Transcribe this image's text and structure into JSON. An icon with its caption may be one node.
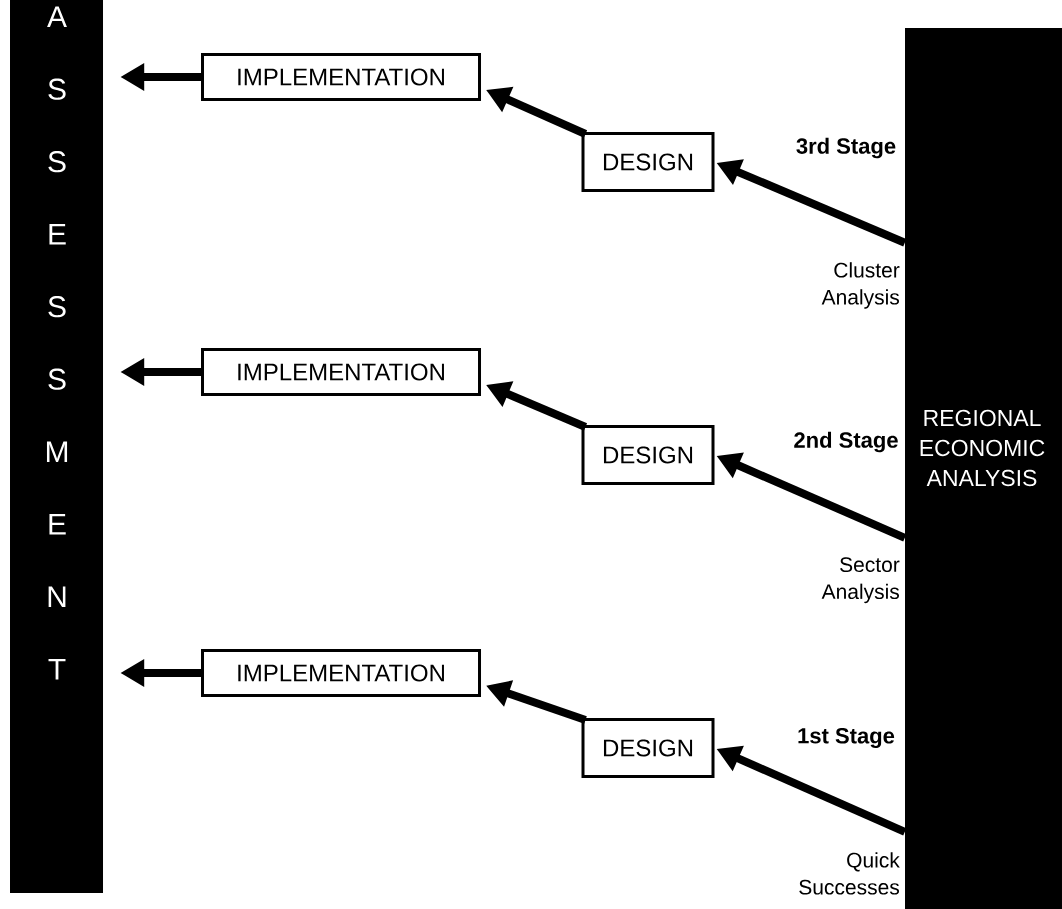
{
  "diagram": {
    "nodes": [
      {
        "text": [
          "ASSESSMENT"
        ]
      },
      {
        "text": [
          "REGIONAL ECONOMIC ANALYSIS"
        ]
      },
      {
        "text": [
          "IMPLEMENTATION"
        ]
      },
      {
        "text": [
          "DESIGN"
        ]
      },
      {
        "text": [
          "IMPLEMENTATION"
        ]
      },
      {
        "text": [
          "DESIGN"
        ]
      },
      {
        "text": [
          "IMPLEMENTATION"
        ]
      },
      {
        "text": [
          "DESIGN"
        ]
      }
    ],
    "edges": [
      {
        "from": 1,
        "to": 3,
        "arrow": "to",
        "label": "3rd Stage"
      },
      {
        "from": 3,
        "to": 2,
        "arrow": "to"
      },
      {
        "from": 2,
        "to": 0,
        "arrow": "to"
      },
      {
        "from": 1,
        "to": 5,
        "arrow": "to",
        "label": "2nd Stage"
      },
      {
        "from": 5,
        "to": 4,
        "arrow": "to"
      },
      {
        "from": 4,
        "to": 0,
        "arrow": "to"
      },
      {
        "from": 1,
        "to": 7,
        "arrow": "to",
        "label": "1st Stage"
      },
      {
        "from": 7,
        "to": 6,
        "arrow": "to"
      },
      {
        "from": 6,
        "to": 0,
        "arrow": "to"
      }
    ],
    "labels": [
      "Cluster Analysis",
      "Sector Analysis",
      "Quick Successes"
    ]
  }
}
